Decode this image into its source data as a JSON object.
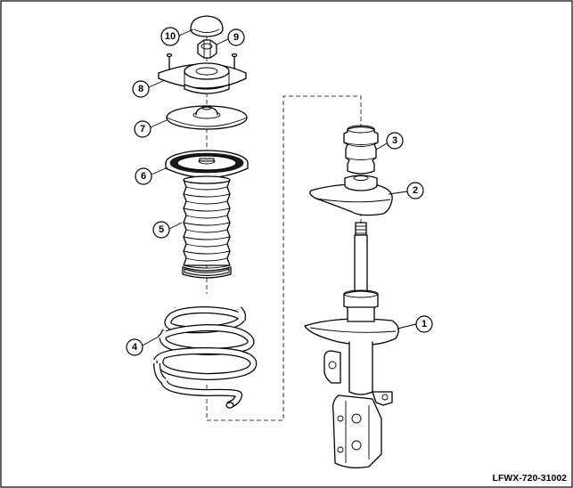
{
  "diagram": {
    "figure_code": "LFWX-720-31002",
    "callouts": [
      {
        "id": "c1",
        "label": "1"
      },
      {
        "id": "c2",
        "label": "2"
      },
      {
        "id": "c3",
        "label": "3"
      },
      {
        "id": "c4",
        "label": "4"
      },
      {
        "id": "c5",
        "label": "5"
      },
      {
        "id": "c6",
        "label": "6"
      },
      {
        "id": "c7",
        "label": "7"
      },
      {
        "id": "c8",
        "label": "8"
      },
      {
        "id": "c9",
        "label": "9"
      },
      {
        "id": "c10",
        "label": "10"
      }
    ]
  },
  "colors": {
    "line": "#000000",
    "background": "#ffffff"
  }
}
